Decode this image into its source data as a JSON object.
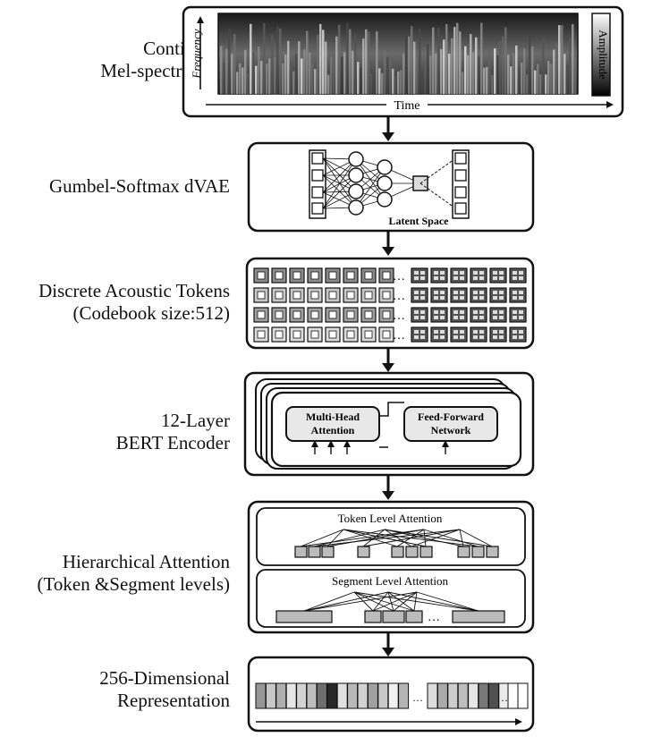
{
  "stages": [
    {
      "id": "mel",
      "lines": [
        "Continuous",
        "Mel-spectrogram"
      ]
    },
    {
      "id": "dvae",
      "lines": [
        "Gumbel-Softmax dVAE"
      ]
    },
    {
      "id": "tokens",
      "lines": [
        "Discrete Acoustic Tokens",
        "(Codebook size:512)"
      ]
    },
    {
      "id": "bert",
      "lines": [
        "12-Layer",
        "BERT Encoder"
      ]
    },
    {
      "id": "hier",
      "lines": [
        "Hierarchical Attention",
        "(Token &Segment levels)"
      ]
    },
    {
      "id": "rep",
      "lines": [
        "256-Dimensional",
        "Representation"
      ]
    }
  ],
  "spectrogram": {
    "y_axis": "Frequency",
    "x_axis": "Time",
    "colorbar": "Amplitude"
  },
  "dvae": {
    "latent_label": "Latent Space"
  },
  "bert": {
    "attention_label": [
      "Multi-Head",
      "Attention"
    ],
    "ffn_label": [
      "Feed-Forward",
      "Network"
    ]
  },
  "hierarchical": {
    "token_label": "Token Level Attention",
    "segment_label": "Segment Level Attention"
  },
  "colors": {
    "stroke": "#111111",
    "panel_fill": "#ffffff",
    "box_fill": "#e8e8e8"
  }
}
